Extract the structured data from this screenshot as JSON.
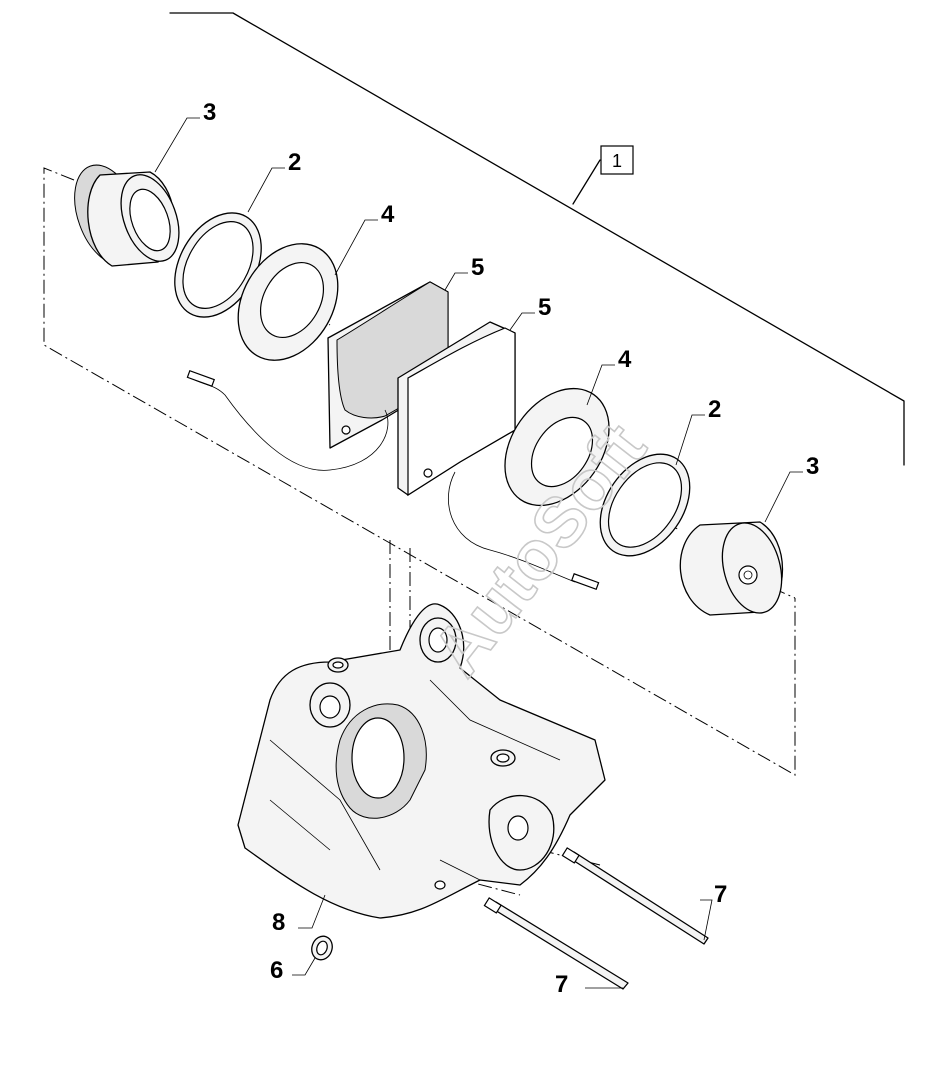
{
  "watermark": "AutoSoft",
  "assembly_ref": "1",
  "callouts": {
    "piston_top": "3",
    "seal_top": "2",
    "boot_top": "4",
    "pad_back": "5",
    "pad_front": "5",
    "boot_lower": "4",
    "seal_lower": "2",
    "piston_lower": "3",
    "pin_upper": "7",
    "pin_lower": "7",
    "housing": "8",
    "washer": "6"
  },
  "colors": {
    "line": "#000000",
    "fill": "#f4f4f4",
    "shade": "#d9d9d9",
    "watermark": "#c8c8c8"
  }
}
